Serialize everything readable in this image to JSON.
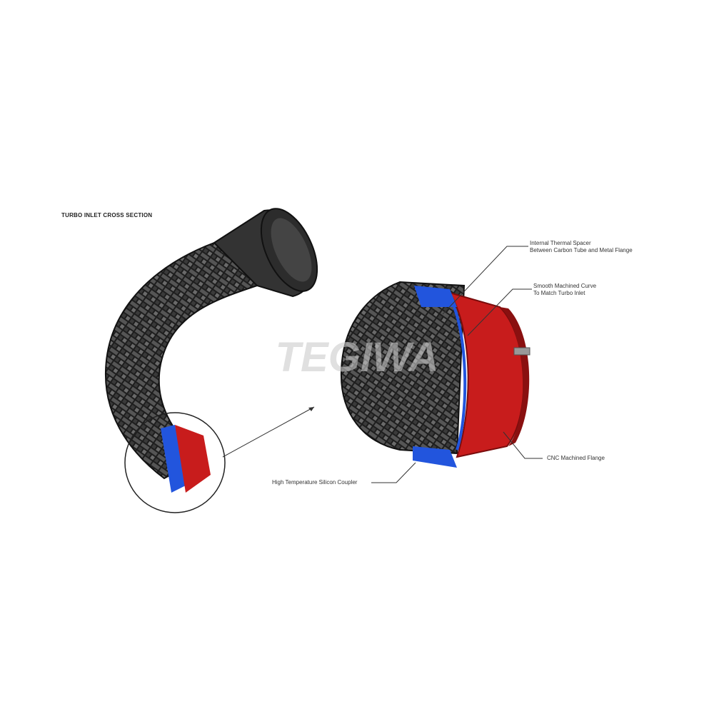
{
  "title": "TURBO INLET CROSS SECTION",
  "watermark": "TEGIWA",
  "callouts": [
    {
      "line1": "Internal Thermal Spacer",
      "line2": "Between Carbon Tube and Metal Flange"
    },
    {
      "line1": "Smooth Machined Curve",
      "line2": "To Match Turbo Inlet"
    },
    {
      "line1": "CNC Machined Flange",
      "line2": ""
    },
    {
      "line1": "High Temperature Silicon Coupler",
      "line2": ""
    }
  ],
  "colors": {
    "carbon": "#2a2a2a",
    "flange": "#c81c1c",
    "coupler": "#2255dd"
  }
}
